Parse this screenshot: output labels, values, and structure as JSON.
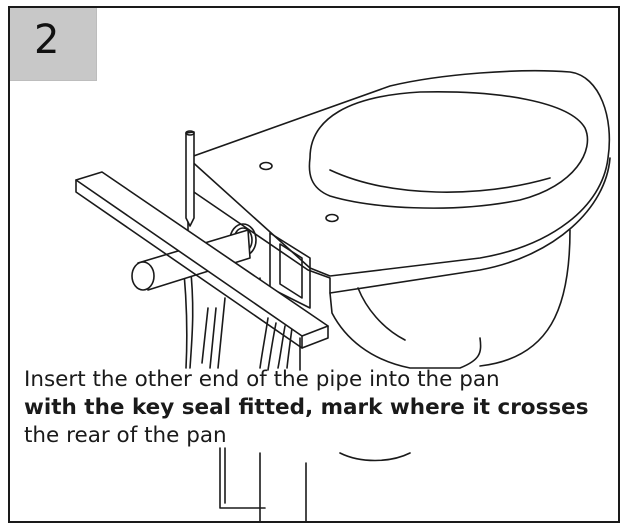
{
  "step": {
    "number": "2"
  },
  "caption": {
    "line1": "Insert the other end of the pipe into the pan",
    "line2": "with the key seal fitted, mark where it crosses",
    "line3": "the rear of the pan"
  },
  "colors": {
    "step_badge": "#c8c8c8",
    "border": "#1a1a1a",
    "ink": "#1a1a1a"
  },
  "illustration": {
    "subject": "toilet pan with pipe, straight edge and pencil"
  }
}
